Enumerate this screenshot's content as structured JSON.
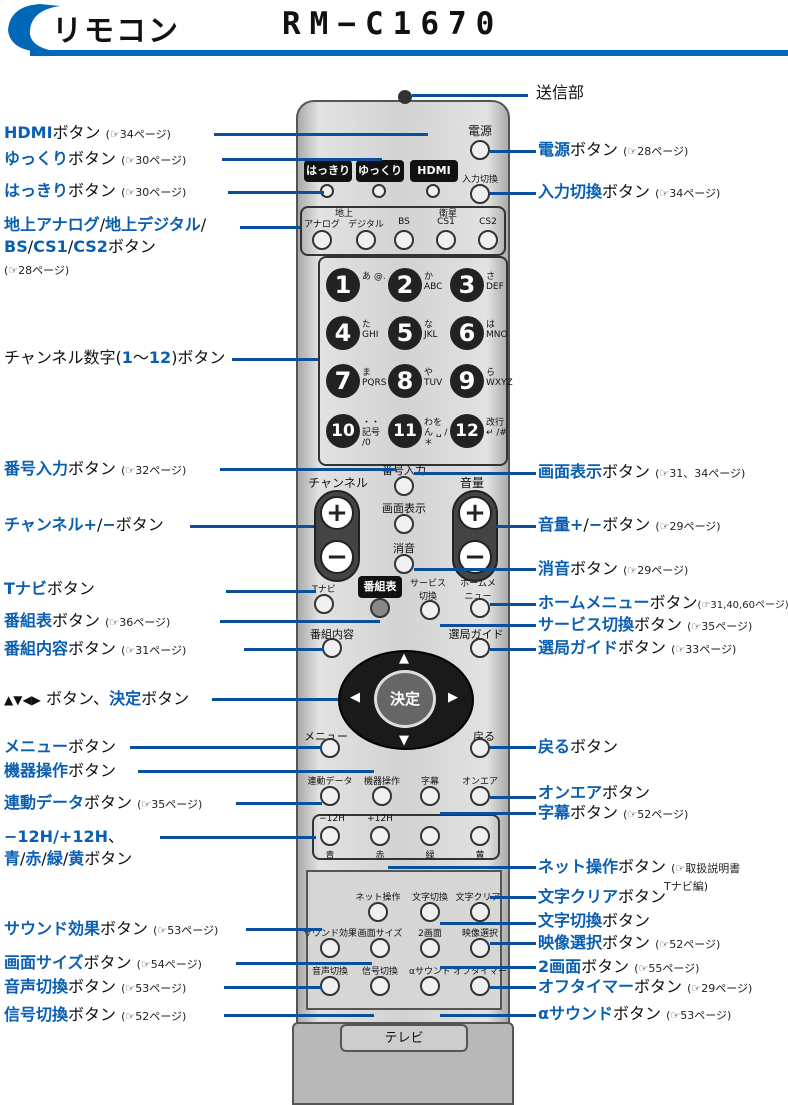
{
  "header": {
    "title": "リモコン",
    "model": "RM−C1670"
  },
  "labels": {
    "transmitter": "送信部",
    "hdmi": [
      "HDMI",
      "ボタン",
      "(☞34ページ)"
    ],
    "yukkuri": [
      "ゆっくり",
      "ボタン",
      "(☞30ページ)"
    ],
    "hakkiri": [
      "はっきり",
      "ボタン",
      "(☞30ページ)"
    ],
    "broadcast": [
      "地上アナログ",
      "/",
      "地上デジタル",
      "/"
    ],
    "broadcast2": [
      "BS",
      "/",
      "CS1",
      "/",
      "CS2",
      "ボタン"
    ],
    "broadcast_ref": "(☞28ページ)",
    "channel_numbers": [
      "チャンネル数字(",
      "1",
      "〜",
      "12",
      ")ボタン"
    ],
    "number_input": [
      "番号入力",
      "ボタン",
      "(☞32ページ)"
    ],
    "channel_pm": [
      "チャンネル+",
      "/",
      "−",
      "ボタン"
    ],
    "tnavi": [
      "Tナビ",
      "ボタン"
    ],
    "bangumihyo": [
      "番組表",
      "ボタン",
      "(☞36ページ)"
    ],
    "bangumi_naiyo": [
      "番組内容",
      "ボタン",
      "(☞31ページ)"
    ],
    "cursor": [
      "▲▼◀▶",
      " ボタン、",
      "決定",
      "ボタン"
    ],
    "menu": [
      "メニュー",
      "ボタン"
    ],
    "kiki": [
      "機器操作",
      "ボタン"
    ],
    "rendo": [
      "連動データ",
      "ボタン",
      "(☞35ページ)"
    ],
    "pm12": [
      "−12H/+12H",
      "、"
    ],
    "colors": [
      "青",
      "/",
      "赤",
      "/",
      "緑",
      "/",
      "黄",
      "ボタン"
    ],
    "sound_effect": [
      "サウンド効果",
      "ボタン",
      "(☞53ページ)"
    ],
    "screen_size": [
      "画面サイズ",
      "ボタン",
      "(☞54ページ)"
    ],
    "audio_switch": [
      "音声切換",
      "ボタン",
      "(☞53ページ)"
    ],
    "signal_switch": [
      "信号切換",
      "ボタン",
      "(☞52ページ)"
    ],
    "power": [
      "電源",
      "ボタン",
      "(☞28ページ)"
    ],
    "input_switch": [
      "入力切換",
      "ボタン",
      "(☞34ページ)"
    ],
    "display": [
      "画面表示",
      "ボタン",
      "(☞31、34ページ)"
    ],
    "volume": [
      "音量+",
      "/",
      "−",
      "ボタン",
      "(☞29ページ)"
    ],
    "mute": [
      "消音",
      "ボタン",
      "(☞29ページ)"
    ],
    "home_menu": [
      "ホームメニュー",
      "ボタン",
      "(☞31,40,60ページ)"
    ],
    "service_switch": [
      "サービス切換",
      "ボタン",
      "(☞35ページ)"
    ],
    "station_guide": [
      "選局ガイド",
      "ボタン",
      "(☞33ページ)"
    ],
    "back": [
      "戻る",
      "ボタン"
    ],
    "on_air": [
      "オンエア",
      "ボタン"
    ],
    "subtitle": [
      "字幕",
      "ボタン",
      "(☞52ページ)"
    ],
    "net": [
      "ネット操作",
      "ボタン",
      "(☞取扱説明書",
      "Tナビ編)"
    ],
    "text_clear": [
      "文字クリア",
      "ボタン"
    ],
    "text_switch": [
      "文字切換",
      "ボタン"
    ],
    "video_select": [
      "映像選択",
      "ボタン",
      "(☞52ページ)"
    ],
    "two_screen": [
      "2画面",
      "ボタン",
      "(☞55ページ)"
    ],
    "off_timer": [
      "オフタイマー",
      "ボタン",
      "(☞29ページ)"
    ],
    "alpha_sound": [
      "αサウンド",
      "ボタン",
      "(☞53ページ)"
    ]
  },
  "remote": {
    "power": "電源",
    "hakkiri": "はっきり",
    "yukkuri": "ゆっくり",
    "hdmi": "HDMI",
    "input": "入力切換",
    "grp_chijo": "地上",
    "grp_eisei": "衛星",
    "analog": "アナログ",
    "digital": "デジタル",
    "bs": "BS",
    "cs1": "CS1",
    "cs2": "CS2",
    "nums": [
      "1",
      "2",
      "3",
      "4",
      "5",
      "6",
      "7",
      "8",
      "9",
      "10",
      "11",
      "12"
    ],
    "numsubs": [
      "あ @.",
      "か ABC",
      "さ DEF",
      "た GHI",
      "な JKL",
      "は MNO",
      "ま PQRS",
      "や TUV",
      "ら WXYZ",
      "・・ 記号 /0",
      "わをん ␣ /＊",
      "改行 ↵ /#"
    ],
    "number_input": "番号入力",
    "channel": "チャンネル",
    "volume": "音量",
    "display": "画面表示",
    "mute": "消音",
    "tnavi": "Tナビ",
    "bangumihyo": "番組表",
    "service": "サービス切換",
    "home": "ホームメニュー",
    "naiyo": "番組内容",
    "guide": "選局ガイド",
    "kettei": "決定",
    "menu": "メニュー",
    "back": "戻る",
    "rendo": "連動データ",
    "kiki": "機器操作",
    "jimaku": "字幕",
    "onair": "オンエア",
    "m12": "−12H",
    "p12": "+12H",
    "ao": "青",
    "aka": "赤",
    "midori": "緑",
    "ki": "黄",
    "net": "ネット操作",
    "moji": "文字切換",
    "mojiclear": "文字クリア",
    "sound": "サウンド効果",
    "gamen": "画面サイズ",
    "two": "2画面",
    "eizo": "映像選択",
    "onsei": "音声切換",
    "shingo": "信号切換",
    "alpha": "αサウンド",
    "offtimer": "オフタイマー",
    "tv": "テレビ"
  },
  "colors": {
    "accent": "#0a5fb3",
    "header_bar": "#0068b7"
  }
}
